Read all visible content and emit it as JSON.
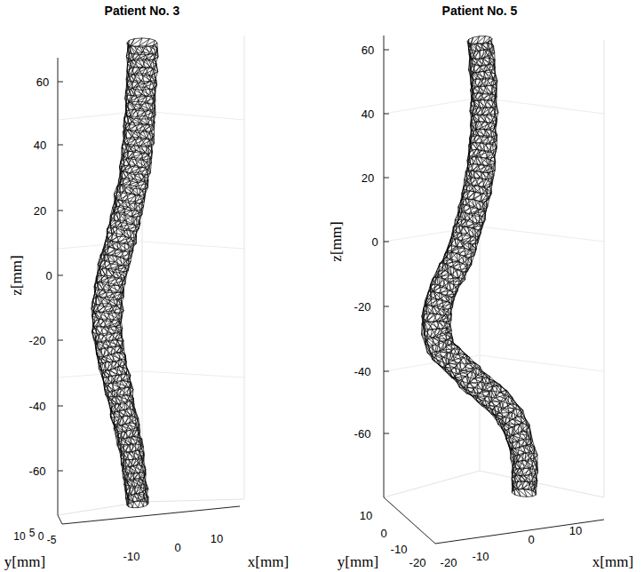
{
  "diagram": {
    "labels": [
      "Patient No. 3",
      "Patient No. 5",
      "60",
      "40",
      "20",
      "0",
      "-20",
      "-40",
      "-60",
      "z[mm]",
      "10",
      "5",
      "0",
      "-5",
      "-10",
      "0",
      "10",
      "y[mm]",
      "x[mm]",
      "60",
      "40",
      "20",
      "0",
      "-20",
      "-40",
      "-60",
      "z[mm]",
      "10",
      "0",
      "-10",
      "-20",
      "-20",
      "-10",
      "0",
      "10",
      "y[mm]",
      "x[mm]"
    ]
  }
}
